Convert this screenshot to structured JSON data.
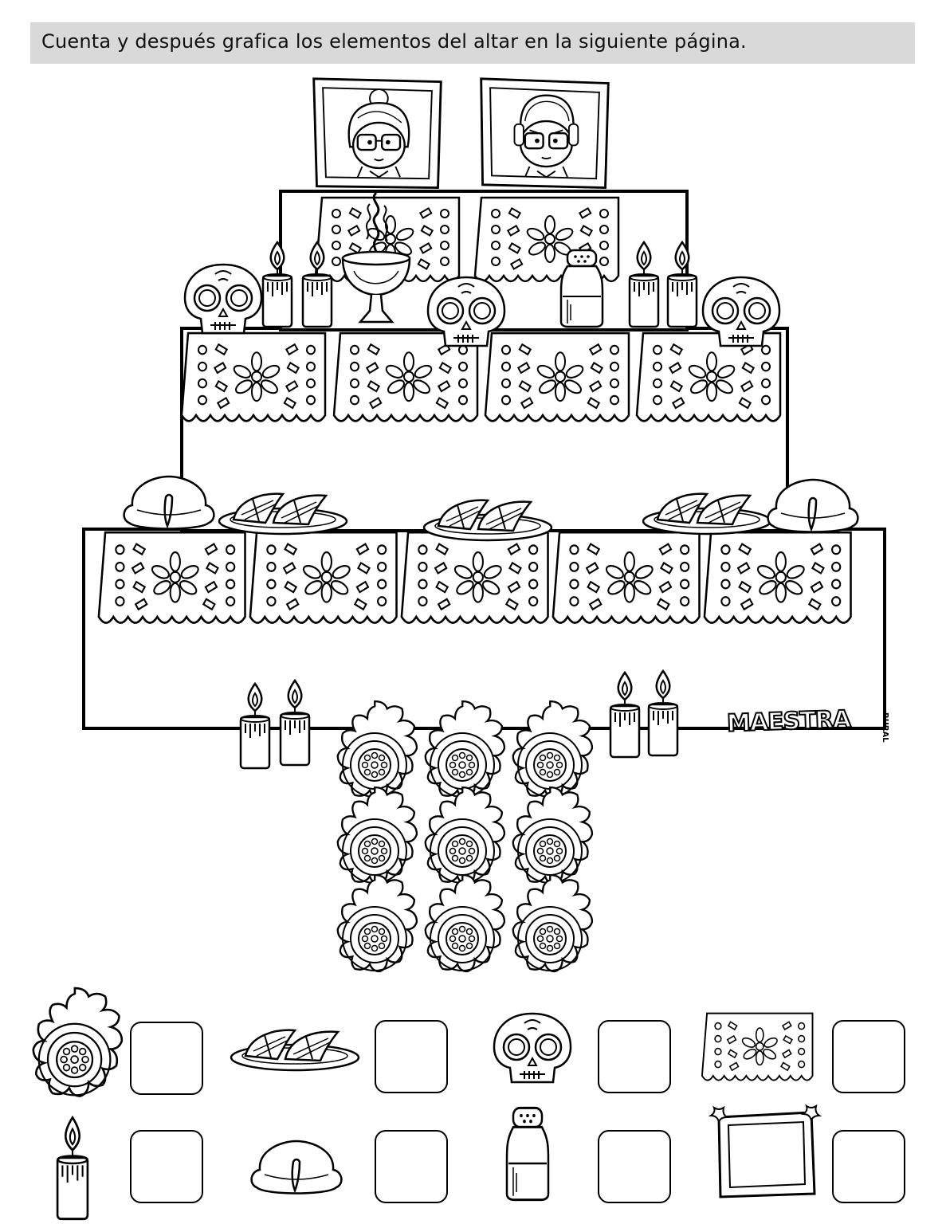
{
  "instruction": "Cuenta y después grafica los elementos del altar en la siguiente página.",
  "logo": {
    "main": "MAESTRA",
    "small": "RURAL"
  },
  "counting_items": [
    {
      "icon": "marigold-flower-icon",
      "count": ""
    },
    {
      "icon": "tamales-plate-icon",
      "count": ""
    },
    {
      "icon": "sugar-skull-icon",
      "count": ""
    },
    {
      "icon": "papel-picado-icon",
      "count": ""
    },
    {
      "icon": "candle-icon",
      "count": ""
    },
    {
      "icon": "pan-de-muerto-icon",
      "count": ""
    },
    {
      "icon": "salt-shaker-icon",
      "count": ""
    },
    {
      "icon": "picture-frame-icon",
      "count": ""
    }
  ]
}
